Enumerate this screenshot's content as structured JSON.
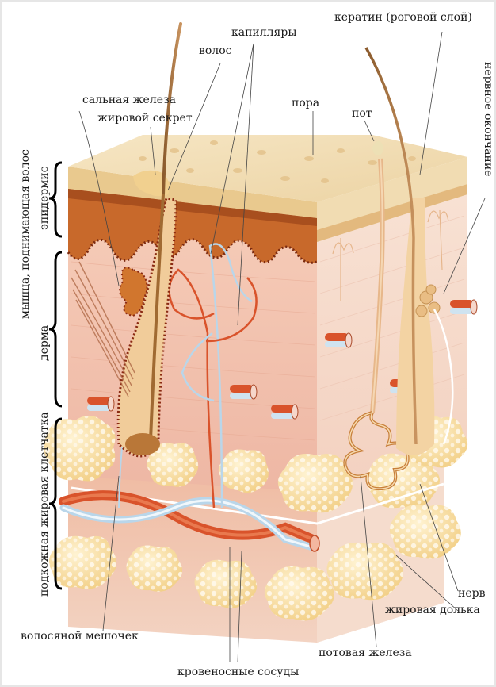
{
  "labels": {
    "keratin": "кератин (роговой слой)",
    "capillaries": "капилляры",
    "hair": "волос",
    "sebaceous_gland": "сальная железа",
    "sebum": "жировой секрет",
    "pore": "пора",
    "sweat": "пот",
    "nerve_ending": "нервное окончание",
    "nerve": "нерв",
    "fat_lobule": "жировая долька",
    "sweat_gland": "потовая железа",
    "hair_follicle": "волосяной мешочек",
    "blood_vessels": "кровеносные сосуды"
  },
  "layers": {
    "arrector_muscle": "мышца, поднимающая волос",
    "epidermis": "эпидермис",
    "dermis": "дерма",
    "hypodermis": "подкожная жировая клетчатка"
  },
  "colors": {
    "epidermis_top": "#f3dfb6",
    "epidermis_layer": "#c96a2a",
    "dermis": "#f2c3b3",
    "hypodermis": "#f0d6c4",
    "fat": "#f9dfa6",
    "artery": "#d9532b",
    "vein": "#cfe3f0"
  }
}
